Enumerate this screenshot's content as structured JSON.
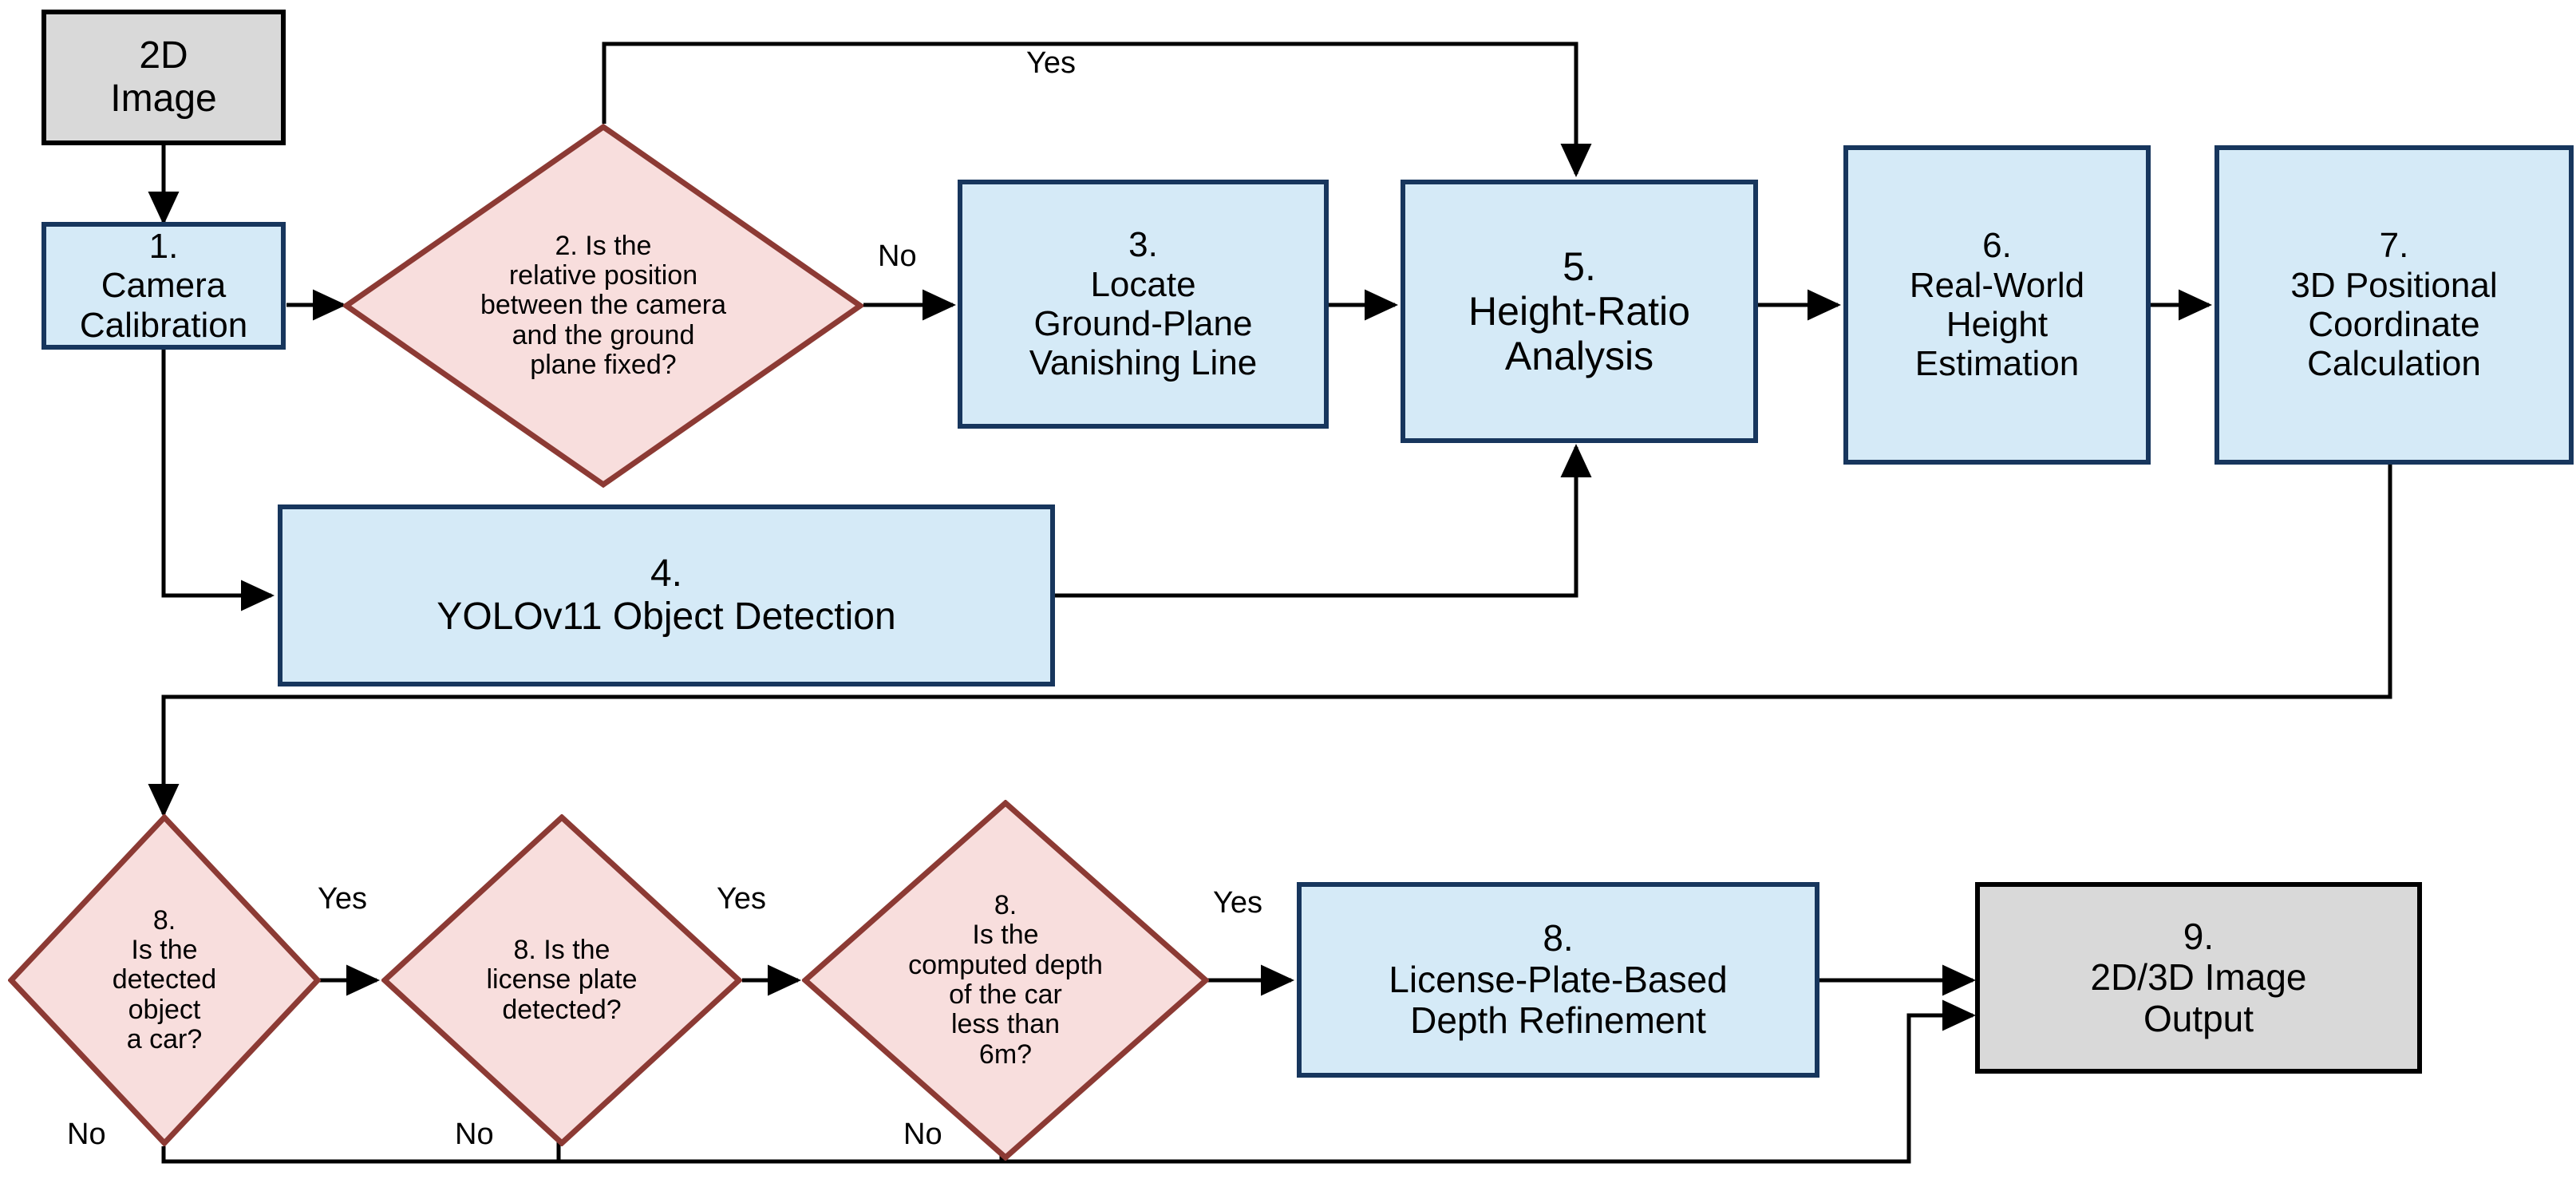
{
  "diagram": {
    "title": "3D Positional Estimation Pipeline Flowchart",
    "colors": {
      "process_fill": "#d5eaf7",
      "process_border": "#17365d",
      "decision_fill": "#f8dedd",
      "decision_border": "#8c3a34",
      "terminal_fill": "#d9d9d9",
      "terminal_border": "#000000",
      "edge": "#000000"
    },
    "nodes": [
      {
        "id": "n0",
        "type": "terminal",
        "text": "2D\nImage"
      },
      {
        "id": "n1",
        "type": "process",
        "text": "1.\nCamera\nCalibration"
      },
      {
        "id": "n2",
        "type": "decision",
        "text": "2. Is the\nrelative position\nbetween the camera\nand the ground\nplane fixed?"
      },
      {
        "id": "n3",
        "type": "process",
        "text": "3.\nLocate\nGround-Plane\nVanishing Line"
      },
      {
        "id": "n4",
        "type": "process",
        "text": "4.\nYOLOv11 Object Detection"
      },
      {
        "id": "n5",
        "type": "process",
        "text": "5.\nHeight-Ratio\nAnalysis"
      },
      {
        "id": "n6",
        "type": "process",
        "text": "6.\nReal-World\nHeight\nEstimation"
      },
      {
        "id": "n7",
        "type": "process",
        "text": "7.\n3D Positional\nCoordinate\nCalculation"
      },
      {
        "id": "n8a",
        "type": "decision",
        "text": "8.\nIs the\ndetected\nobject\na car?"
      },
      {
        "id": "n8b",
        "type": "decision",
        "text": "8. Is the\nlicense plate\ndetected?"
      },
      {
        "id": "n8c",
        "type": "decision",
        "text": "8.\nIs the\ncomputed depth\nof the car\nless than\n6m?"
      },
      {
        "id": "n8d",
        "type": "process",
        "text": "8.\nLicense-Plate-Based\nDepth Refinement"
      },
      {
        "id": "n9",
        "type": "terminal",
        "text": "9.\n2D/3D Image\nOutput"
      }
    ],
    "edge_labels": {
      "yes_top": "Yes",
      "no_to_step3": "No",
      "yes_8a": "Yes",
      "no_8a": "No",
      "yes_8b": "Yes",
      "no_8b": "No",
      "yes_8c": "Yes",
      "no_8c": "No"
    }
  }
}
